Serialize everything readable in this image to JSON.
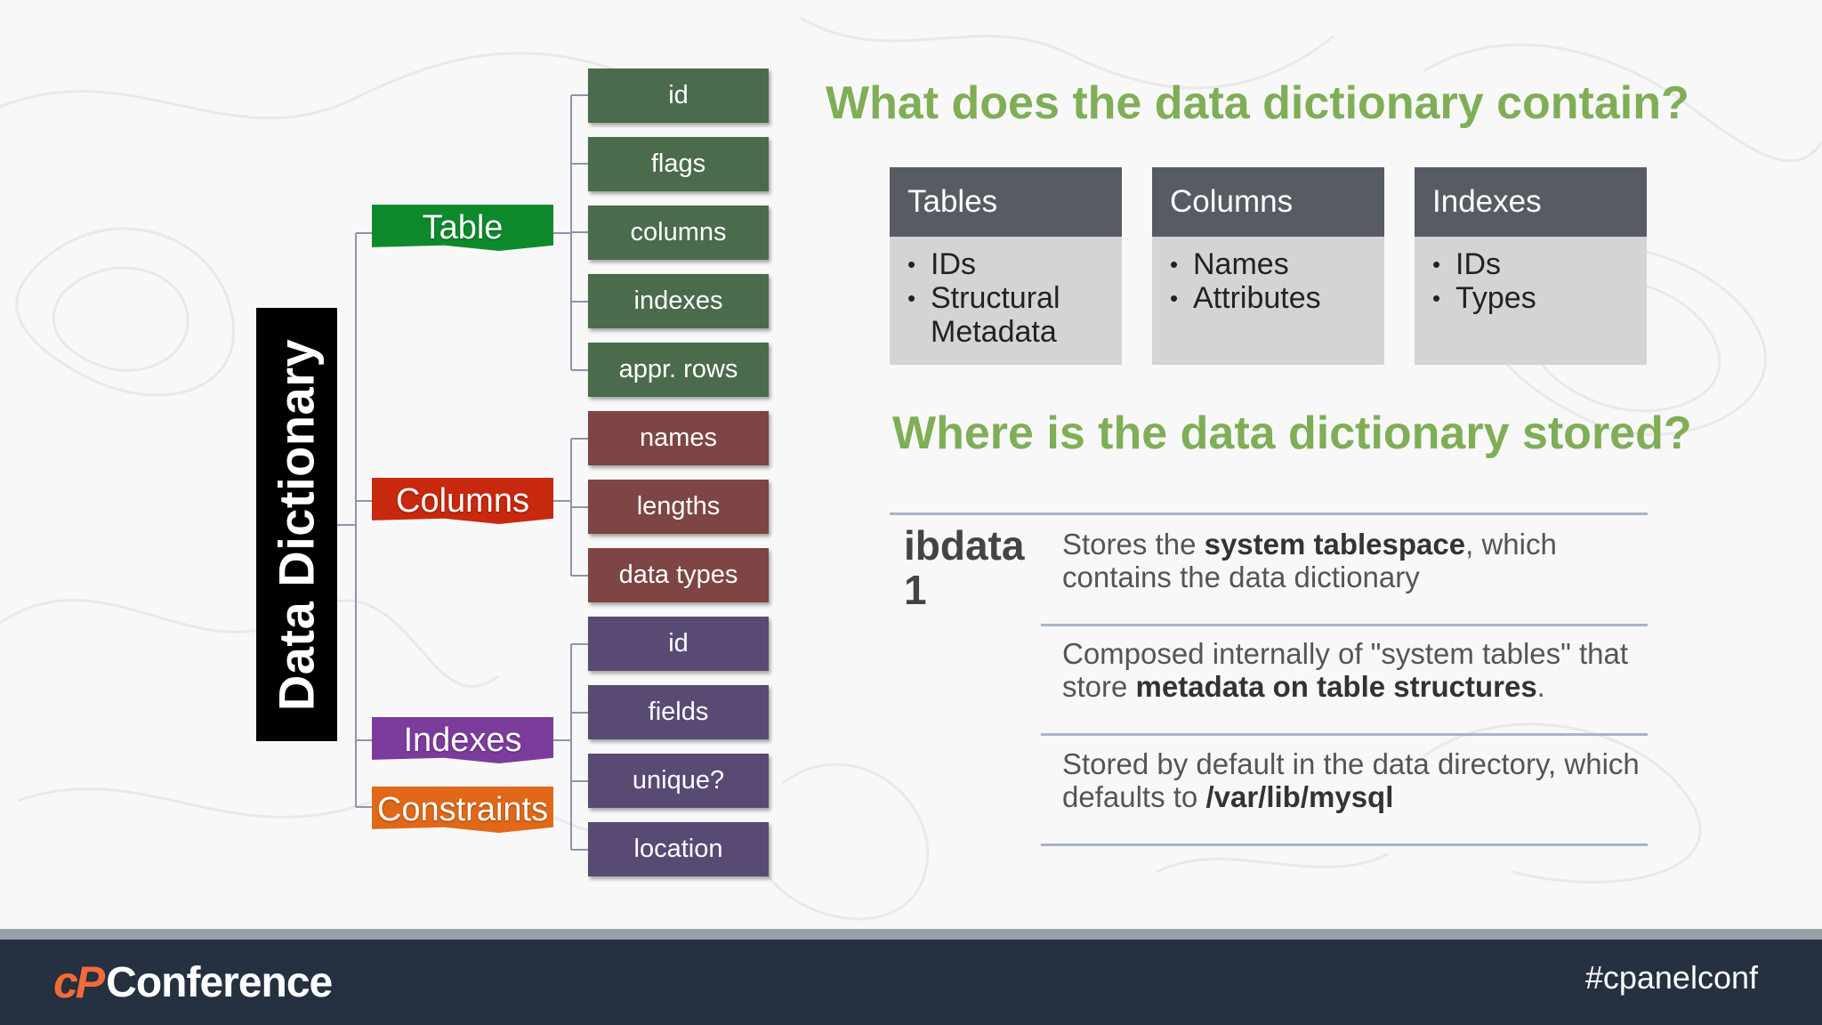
{
  "diagram": {
    "title": "Data Dictionary",
    "categories": [
      {
        "label": "Table",
        "color": "#0e8a2c"
      },
      {
        "label": "Columns",
        "color": "#c8280e"
      },
      {
        "label": "Indexes",
        "color": "#7c3c9b"
      },
      {
        "label": "Constraints",
        "color": "#e06818"
      }
    ],
    "table_fields": [
      "id",
      "flags",
      "columns",
      "indexes",
      "appr. rows"
    ],
    "column_fields": [
      "names",
      "lengths",
      "data types"
    ],
    "index_fields": [
      "id",
      "fields",
      "unique?",
      "location"
    ],
    "colors": {
      "table": "#4a6b4c",
      "columns": "#7d4543",
      "indexes": "#594a74"
    }
  },
  "contain": {
    "heading": "What does the data dictionary contain?",
    "cards": [
      {
        "title": "Tables",
        "items": [
          "IDs",
          "Structural Metadata"
        ]
      },
      {
        "title": "Columns",
        "items": [
          "Names",
          "Attributes"
        ]
      },
      {
        "title": "Indexes",
        "items": [
          "IDs",
          "Types"
        ]
      }
    ]
  },
  "stored": {
    "heading": "Where is the data dictionary stored?",
    "file": "ibdata1",
    "rows": [
      {
        "a": "Stores the ",
        "b": "system tablespace",
        "c": ", which contains the data dictionary"
      },
      {
        "a": "Composed internally of \"system tables\" that store ",
        "b": "metadata on table structures",
        "c": "."
      },
      {
        "a": "Stored by default in the data directory, which defaults to ",
        "b": "/var/lib/mysql",
        "c": ""
      }
    ]
  },
  "footer": {
    "logo_mark": "cP",
    "logo_text": "Conference",
    "hashtag": "#cpanelconf"
  }
}
